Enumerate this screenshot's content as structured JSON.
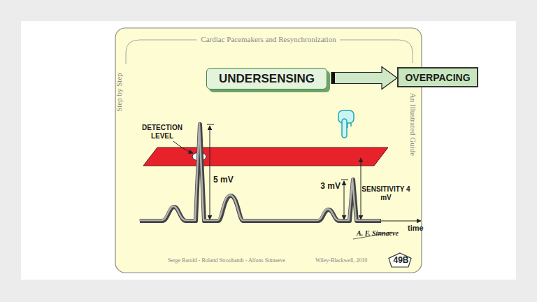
{
  "diagram": {
    "title": "Cardiac Pacemakers and Resynchronization",
    "nodes": [
      {
        "text": [
          "UNDERSENSING"
        ]
      },
      {
        "text": [
          "OVERPACING"
        ]
      },
      {
        "text": [
          "49B"
        ]
      }
    ],
    "edges": [
      {
        "from": 0,
        "to": 1,
        "arrow": "to"
      }
    ],
    "labels": [
      "Step by Step",
      "An Illustrated Guide",
      "DETECTION LEVEL",
      "5 mV",
      "3 mV",
      "SENSITIVITY 4 mV",
      "time",
      "A. F. Sinnaeve",
      "Serge Barold - Roland Stroobandt - Alfons Sinnaeve",
      "Wiley-Blackwell, 2010"
    ]
  }
}
